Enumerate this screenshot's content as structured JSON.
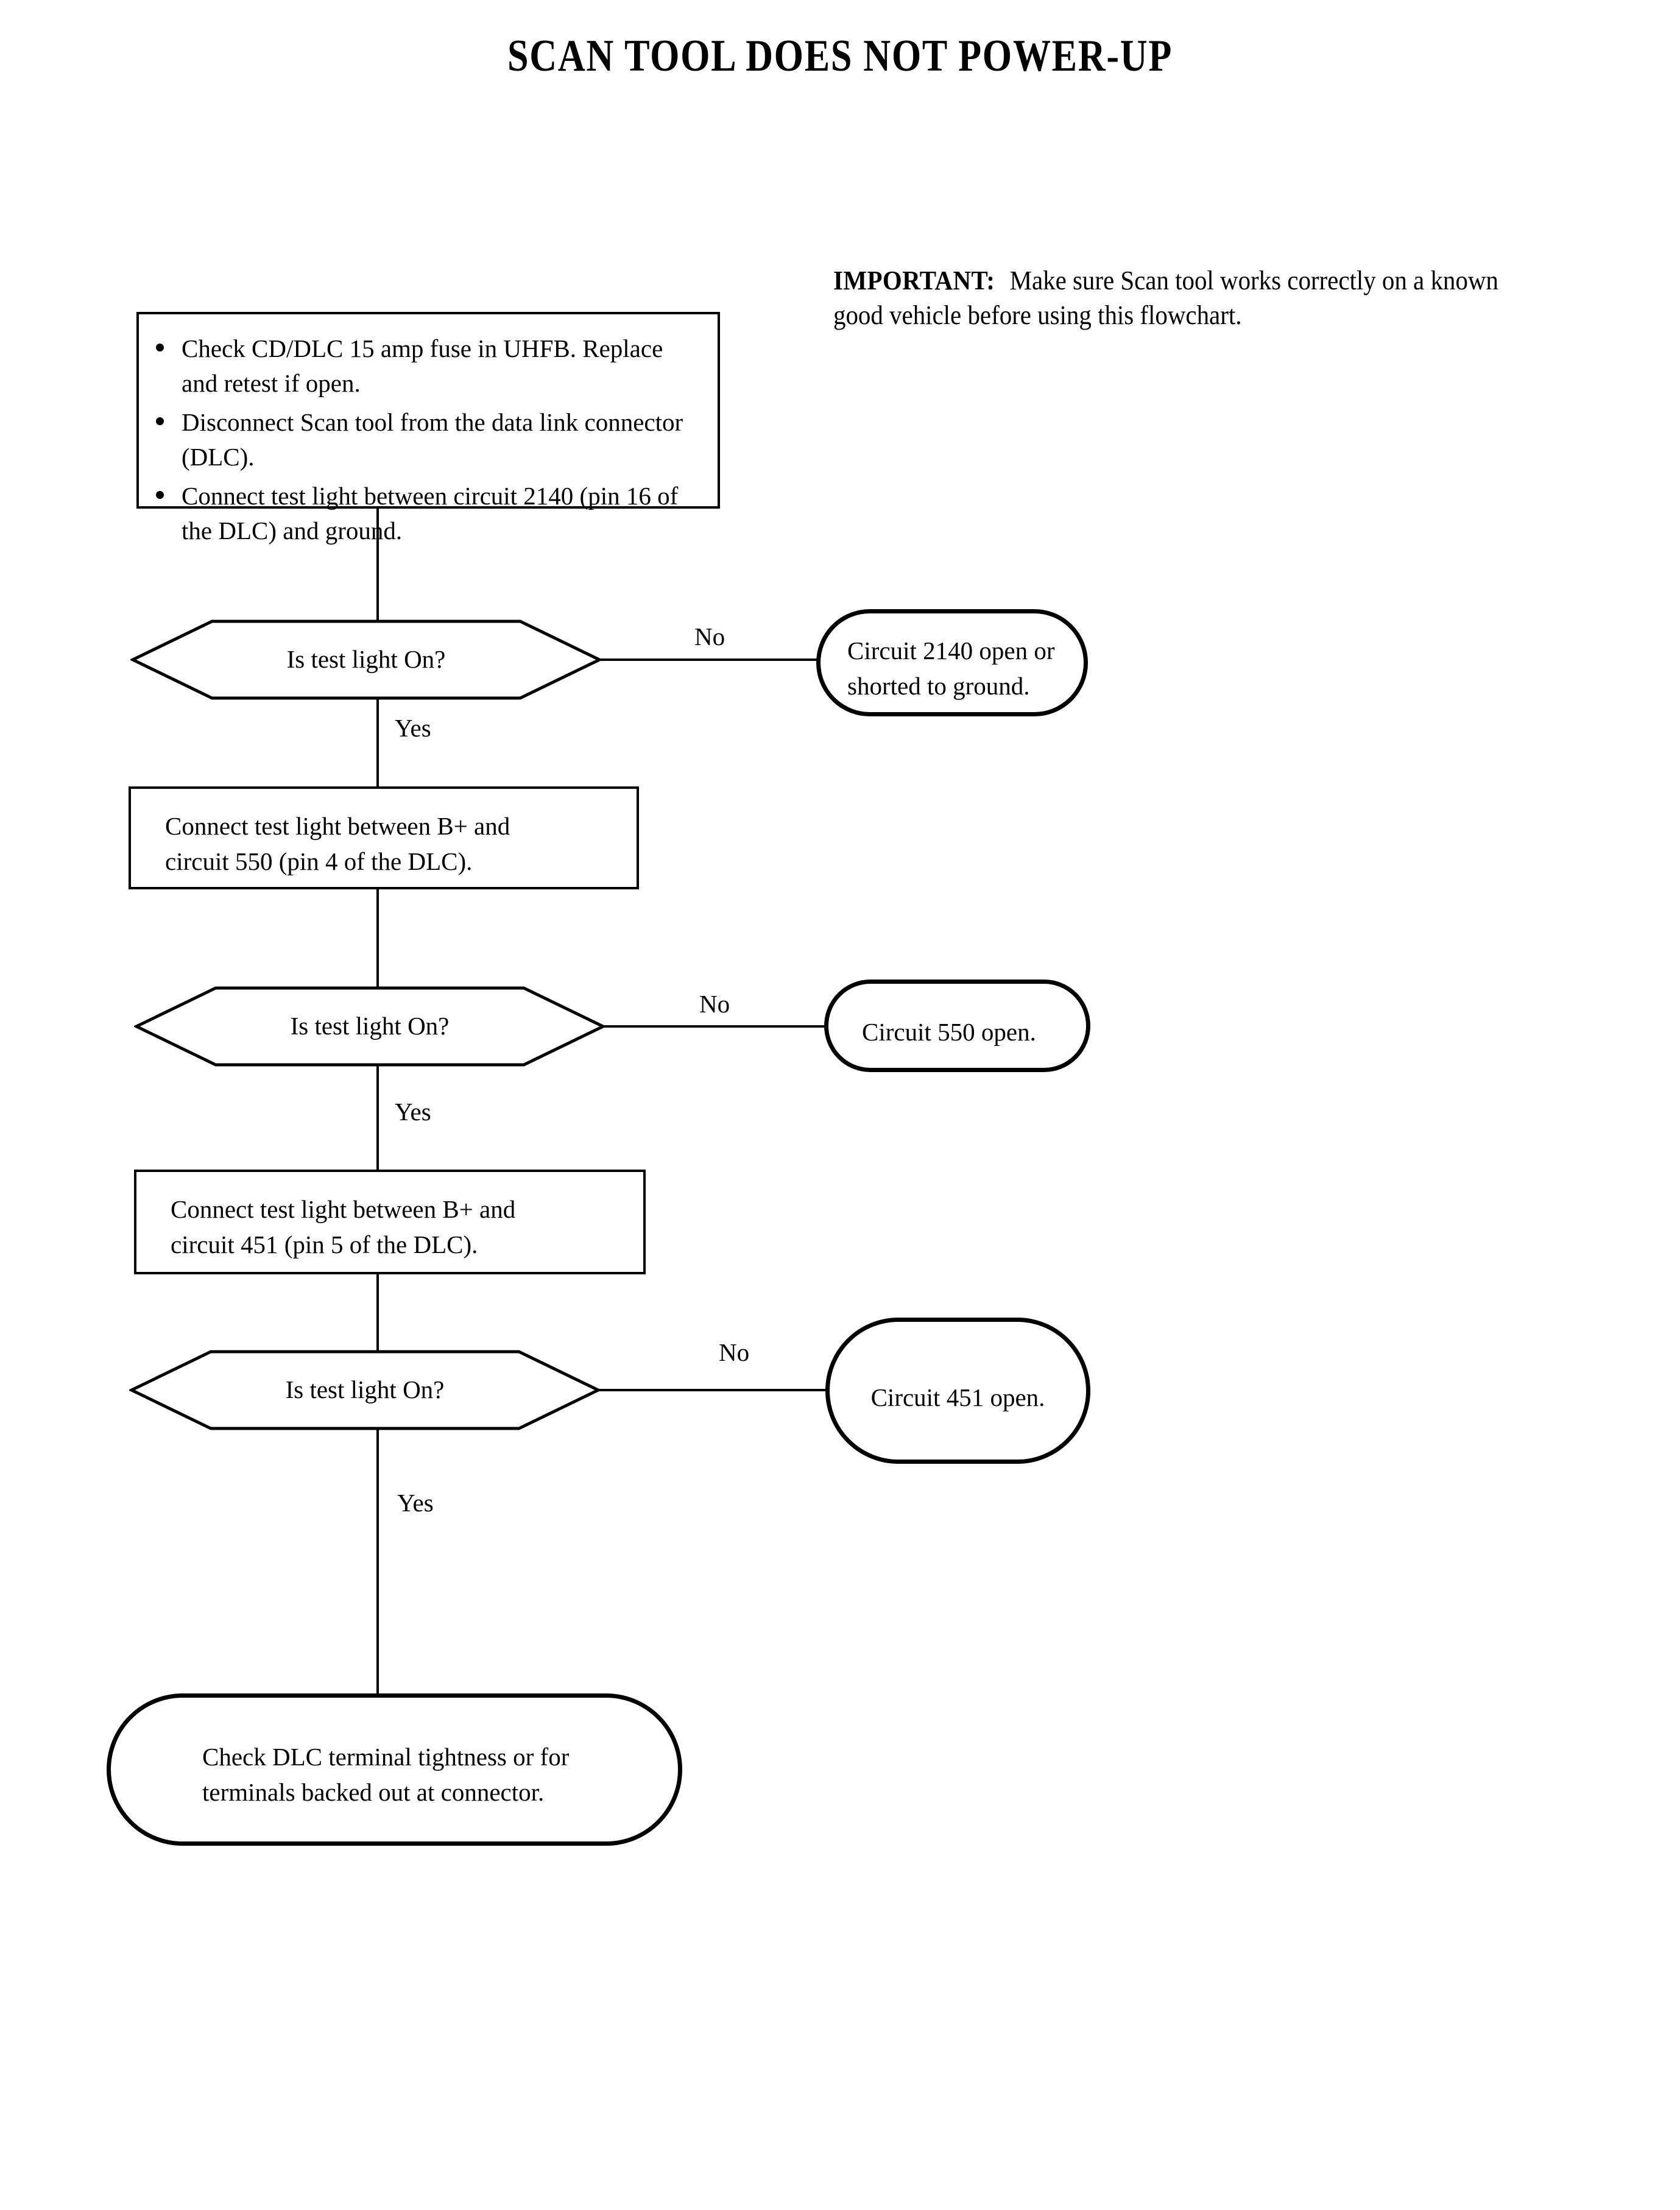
{
  "title": "SCAN TOOL DOES NOT POWER-UP",
  "important": {
    "lead": "IMPORTANT:",
    "text": "Make sure Scan tool works correctly on a known good vehicle before using this flowchart."
  },
  "nodes": {
    "start_box": {
      "type": "process",
      "bullets": [
        "Check CD/DLC 15 amp fuse in UHFB. Replace and retest if open.",
        "Disconnect Scan tool from the data link connector (DLC).",
        "Connect test light between circuit 2140 (pin 16 of the DLC) and ground."
      ]
    },
    "decision_1": {
      "type": "decision",
      "label": "Is test light On?"
    },
    "terminal_1": {
      "type": "terminal",
      "line1": "Circuit 2140 open or",
      "line2": "shorted to ground."
    },
    "process_2": {
      "type": "process",
      "line1": "Connect test light between B+ and",
      "line2": "circuit 550 (pin 4 of the DLC)."
    },
    "decision_2": {
      "type": "decision",
      "label": "Is test light On?"
    },
    "terminal_2": {
      "type": "terminal",
      "line1": "Circuit 550 open.",
      "line2": ""
    },
    "process_3": {
      "type": "process",
      "line1": "Connect test light between B+ and",
      "line2": "circuit 451 (pin 5 of the DLC)."
    },
    "decision_3": {
      "type": "decision",
      "label": "Is test light On?"
    },
    "terminal_3": {
      "type": "terminal",
      "line1": "Circuit 451 open.",
      "line2": ""
    },
    "terminal_end": {
      "type": "terminal",
      "line1": "Check DLC terminal tightness or for",
      "line2": "terminals backed out at connector."
    }
  },
  "edges": {
    "no_1": "No",
    "yes_1": "Yes",
    "no_2": "No",
    "yes_2": "Yes",
    "no_3": "No",
    "yes_3": "Yes"
  },
  "colors": {
    "stroke": "#000000",
    "background": "#ffffff"
  }
}
